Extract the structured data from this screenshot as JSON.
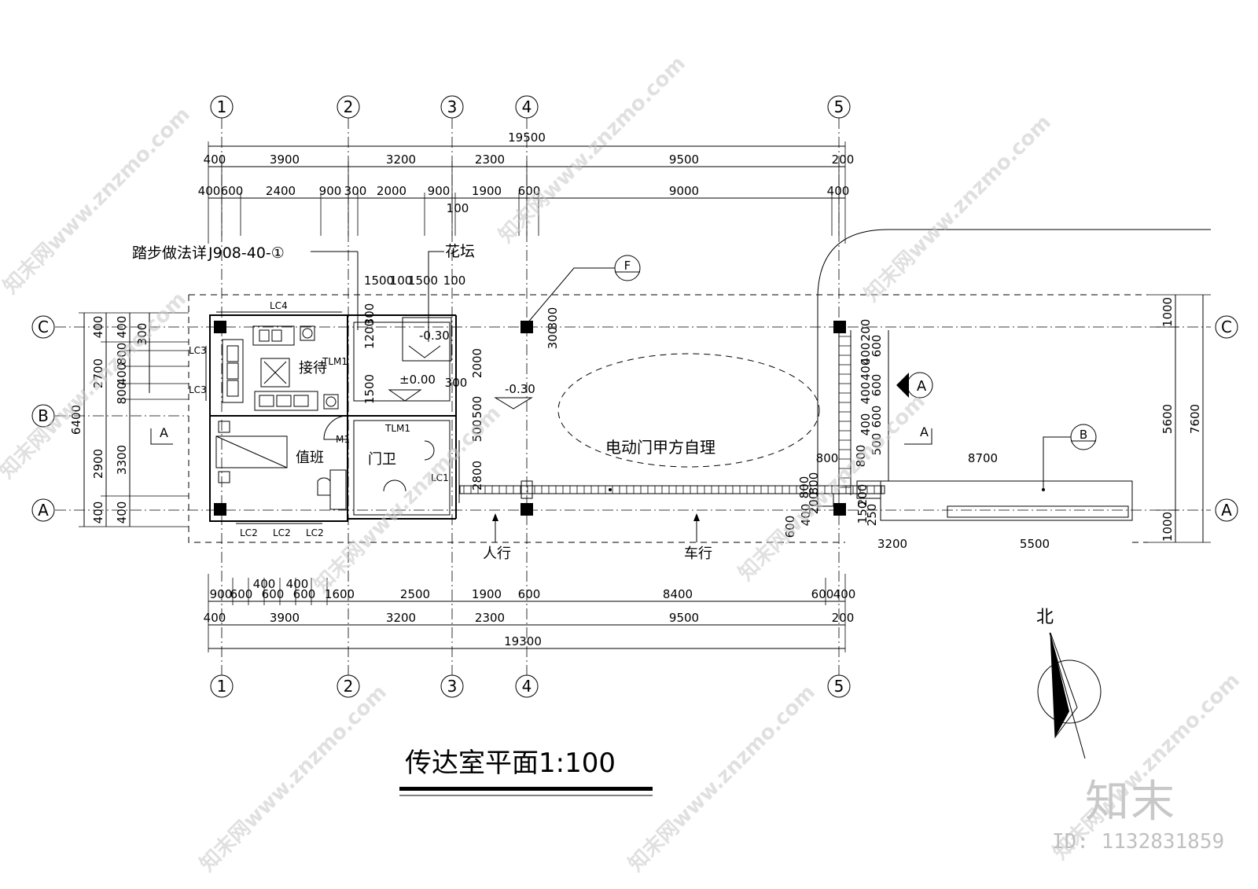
{
  "title": "传达室平面1:100",
  "axes": {
    "numbers": [
      "1",
      "2",
      "3",
      "4",
      "5"
    ],
    "letters": [
      "A",
      "B",
      "C"
    ]
  },
  "dims": {
    "top_total": "19500",
    "top_row1": [
      "400",
      "3900",
      "3200",
      "2300",
      "9500",
      "200"
    ],
    "top_row2": [
      "400",
      "600",
      "2400",
      "900",
      "300",
      "2000",
      "900",
      "1900",
      "600",
      "9000",
      "400"
    ],
    "top_small": "100",
    "bottom_row1": [
      "900",
      "600",
      "600",
      "600",
      "1600",
      "2500",
      "1900",
      "600",
      "8400",
      "600",
      "400"
    ],
    "bottom_small": [
      "400",
      "400"
    ],
    "bottom_row2": [
      "400",
      "3900",
      "3200",
      "2300",
      "9500",
      "200"
    ],
    "bottom_total": "19300",
    "left_outer": "6400",
    "left_mid": [
      "400",
      "2700",
      "2900",
      "400"
    ],
    "left_inner1": [
      "400",
      "800",
      "400",
      "800",
      "3300",
      "400"
    ],
    "left_inner2": "300",
    "right_outer": "7600",
    "right_inner": [
      "1000",
      "5600",
      "1000"
    ],
    "gate_dims": [
      "200",
      "400",
      "600",
      "400",
      "600",
      "400",
      "600",
      "400",
      "500"
    ],
    "misc": [
      "1500",
      "100",
      "1500",
      "100",
      "1200",
      "300",
      "1500",
      "2000",
      "300",
      "500",
      "500",
      "2800",
      "300",
      "300",
      "800",
      "800",
      "8700",
      "3200",
      "5500",
      "150",
      "200",
      "250",
      "200",
      "600",
      "400",
      "800",
      "800"
    ]
  },
  "labels": {
    "step_note": "踏步做法详",
    "step_ref": "J908-40-①",
    "flower_bed": "花坛",
    "level_neg1": "-0.30",
    "level_zero": "±0.00",
    "level_neg2": "-0.30",
    "room_reception": "接待",
    "room_duty": "值班",
    "room_guard": "门卫",
    "gate_note": "电动门甲方自理",
    "pedestrian": "人行",
    "vehicle": "车行",
    "north": "北",
    "lc4": "LC4",
    "lc3a": "LC3",
    "lc3b": "LC3",
    "lc2a": "LC2",
    "lc2b": "LC2",
    "lc2c": "LC2",
    "lc1": "LC1",
    "tlm1a": "TLM1",
    "tlm1b": "TLM1",
    "m1": "M1",
    "ref_f": "F",
    "ref_b": "B",
    "ref_a": "A",
    "sec_a_left": "A",
    "sec_a_right": "A"
  },
  "watermark": {
    "text": "知末网www.znzmo.com",
    "brand": "知末",
    "id": "ID: 1132831859"
  }
}
